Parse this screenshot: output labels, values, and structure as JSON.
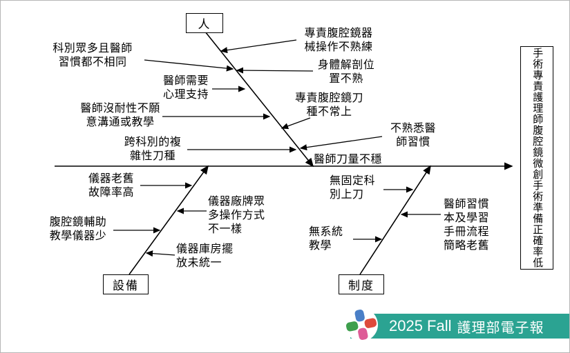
{
  "fishbone": {
    "effect_label": "手術專責護理師腹腔鏡微創手術準備正確率低",
    "branches": {
      "people": "人",
      "equipment": "設備",
      "system": "制度"
    },
    "causes": {
      "people_left_1": "科別眾多且醫師\n習慣都不相同",
      "people_left_2": "醫師需要\n心理支持",
      "people_left_3": "醫師沒耐性不願\n意溝通或教學",
      "people_left_4": "跨科別的複\n雜性刀種",
      "people_right_1": "專責腹腔鏡器\n械操作不熟練",
      "people_right_2": "身體解剖位\n置不熟",
      "people_right_3": "專責腹腔鏡刀\n種不常上",
      "people_right_4": "不熟悉醫\n師習慣",
      "people_right_5": "醫師刀量不穩",
      "equipment_left_1": "儀器老舊\n故障率高",
      "equipment_left_2": "腹腔鏡輔助\n教學儀器少",
      "equipment_right_1": "儀器廠牌眾\n多操作方式\n不一樣",
      "equipment_right_2": "儀器庫房擺\n放未統一",
      "system_left_1": "無固定科\n別上刀",
      "system_left_2": "無系統\n教學",
      "system_right_1": "醫師習慣\n本及學習\n手冊流程\n簡略老舊"
    }
  },
  "banner": {
    "year_label": "2025 Fall",
    "title": "護理部電子報",
    "background": "#2BA392",
    "logo": {
      "name": "nursing-cross-logo",
      "colors": {
        "top": "#4A7FC7",
        "right": "#DD4A3C",
        "bottom": "#DE5C97",
        "left": "#3E9F4D"
      }
    }
  }
}
